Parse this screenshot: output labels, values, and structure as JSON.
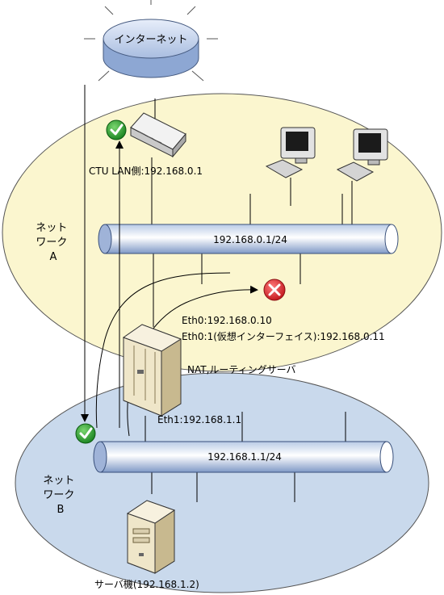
{
  "internet": {
    "label": "インターネット"
  },
  "network_a": {
    "label_line1": "ネット",
    "label_line2": "ワーク",
    "label_line3": "A",
    "bus_label": "192.168.0.1/24"
  },
  "network_b": {
    "label_line1": "ネット",
    "label_line2": "ワーク",
    "label_line3": "B",
    "bus_label": "192.168.1.1/24"
  },
  "ctu": {
    "label": "CTU  LAN側:192.168.0.1"
  },
  "nat_server": {
    "eth0": "Eth0:192.168.0.10",
    "eth0_1": "Eth0:1(仮想インターフェイス):192.168.0.11",
    "name": "NAT,ルーティングサーバ",
    "eth1": "Eth1:192.168.1.1"
  },
  "server_machine": {
    "label": "サーバ機(192.168.1.2)"
  },
  "colors": {
    "network_a_fill": "#fbf6cf",
    "network_b_fill": "#c9d9ec",
    "check_green": "#1f9a2a",
    "cross_red": "#e0242b"
  }
}
